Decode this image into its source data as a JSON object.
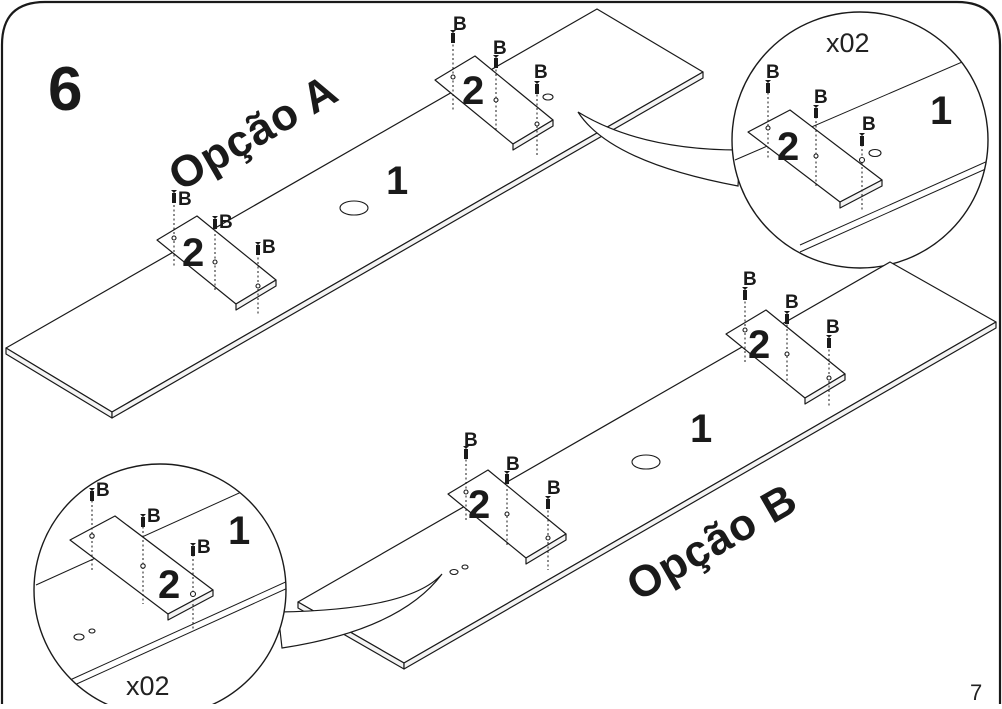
{
  "step": {
    "number": "6"
  },
  "option_a": {
    "title": "Opção A",
    "board_label": "1",
    "part_label": "2",
    "screw_label": "B"
  },
  "option_b": {
    "title": "Opção B",
    "board_label": "1",
    "part_label": "2",
    "screw_label": "B"
  },
  "detail_a": {
    "quantity": "x02",
    "board_label": "1",
    "part_label": "2",
    "screw_label": "B"
  },
  "detail_b": {
    "quantity": "x02",
    "board_label": "1",
    "part_label": "2",
    "screw_label": "B"
  },
  "page": {
    "number": "7"
  },
  "colors": {
    "ink": "#1a1a1a",
    "paper": "#ffffff"
  }
}
